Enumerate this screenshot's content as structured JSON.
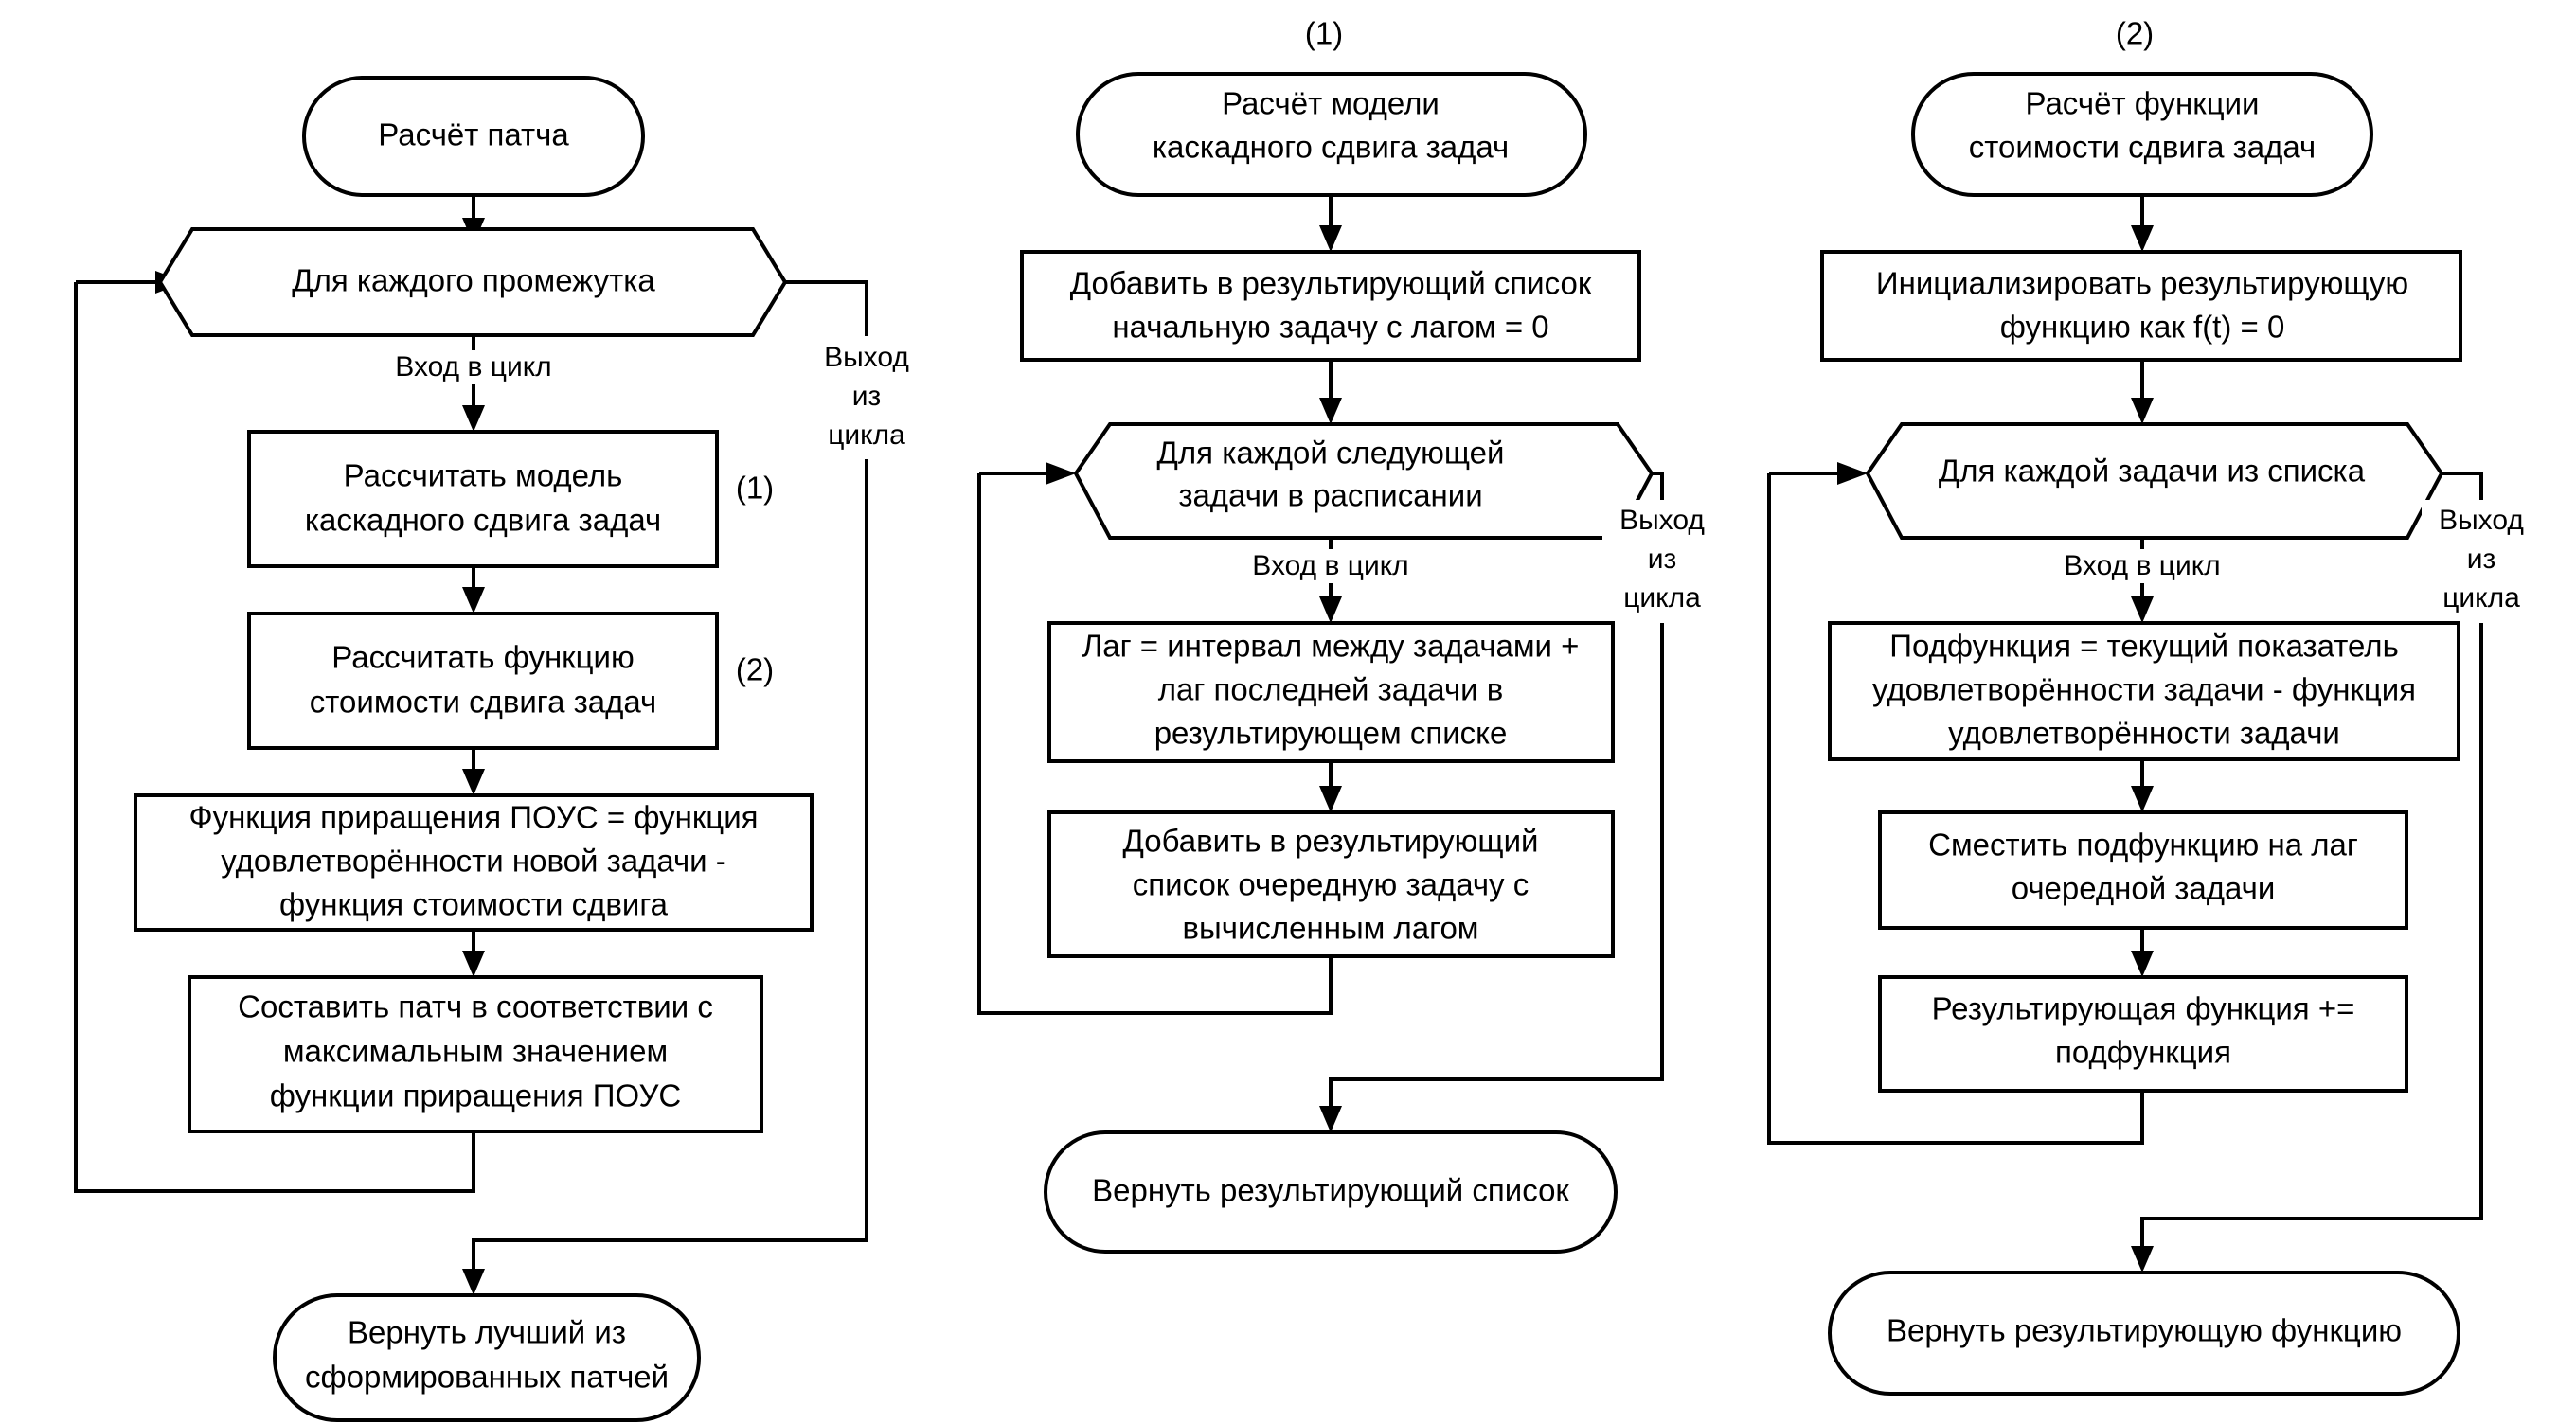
{
  "diagram": {
    "title_tags": [
      {
        "id": "tag-col2",
        "label": "(1)"
      },
      {
        "id": "tag-col3",
        "label": "(2)"
      }
    ],
    "column_left": {
      "name": "Расчёт патча",
      "nodes": [
        {
          "id": "l-start",
          "type": "terminator",
          "lines": [
            "Расчёт патча"
          ]
        },
        {
          "id": "l-loop",
          "type": "loop",
          "lines": [
            "Для каждого промежутка"
          ]
        },
        {
          "id": "l-p1",
          "type": "process",
          "lines": [
            "Рассчитать модель",
            "каскадного сдвига задач"
          ]
        },
        {
          "id": "l-p2",
          "type": "process",
          "lines": [
            "Рассчитать функцию",
            "стоимости сдвига задач"
          ]
        },
        {
          "id": "l-p3",
          "type": "process",
          "lines": [
            "Функция приращения ПОУС = функция",
            "удовлетворённости новой задачи -",
            "функция стоимости сдвига"
          ]
        },
        {
          "id": "l-p4",
          "type": "process",
          "lines": [
            "Составить патч в соответствии с",
            "максимальным значением",
            "функции приращения ПОУС"
          ]
        },
        {
          "id": "l-end",
          "type": "terminator",
          "lines": [
            "Вернуть лучший из",
            "сформированных патчей"
          ]
        }
      ],
      "edge_labels": {
        "enter": "Вход в цикл",
        "exit_line1": "Выход",
        "exit_line2": "из",
        "exit_line3": "цикла"
      },
      "ref_tags": [
        {
          "id": "ref-1",
          "label": "(1)"
        },
        {
          "id": "ref-2",
          "label": "(2)"
        }
      ]
    },
    "column_middle": {
      "name": "Расчёт модели каскадного сдвига задач",
      "nodes": [
        {
          "id": "m-start",
          "type": "terminator",
          "lines": [
            "Расчёт модели",
            "каскадного сдвига задач"
          ]
        },
        {
          "id": "m-p0",
          "type": "process",
          "lines": [
            "Добавить в результирующий список",
            "начальную задачу с лагом = 0"
          ]
        },
        {
          "id": "m-loop",
          "type": "loop",
          "lines": [
            "Для каждой следующей",
            "задачи в расписании"
          ]
        },
        {
          "id": "m-p1",
          "type": "process",
          "lines": [
            "Лаг = интервал между задачами +",
            "лаг последней задачи в",
            "результирующем списке"
          ]
        },
        {
          "id": "m-p2",
          "type": "process",
          "lines": [
            "Добавить в результирующий",
            "список очередную задачу с",
            "вычисленным лагом"
          ]
        },
        {
          "id": "m-end",
          "type": "terminator",
          "lines": [
            "Вернуть результирующий список"
          ]
        }
      ],
      "edge_labels": {
        "enter": "Вход в цикл",
        "exit_line1": "Выход",
        "exit_line2": "из",
        "exit_line3": "цикла"
      }
    },
    "column_right": {
      "name": "Расчёт функции стоимости сдвига задач",
      "nodes": [
        {
          "id": "r-start",
          "type": "terminator",
          "lines": [
            "Расчёт функции",
            "стоимости сдвига задач"
          ]
        },
        {
          "id": "r-p0",
          "type": "process",
          "lines": [
            "Инициализировать результирующую",
            "функцию как f(t) = 0"
          ]
        },
        {
          "id": "r-loop",
          "type": "loop",
          "lines": [
            "Для каждой задачи из списка"
          ]
        },
        {
          "id": "r-p1",
          "type": "process",
          "lines": [
            "Подфункция = текущий показатель",
            "удовлетворённости задачи - функция",
            "удовлетворённости задачи"
          ]
        },
        {
          "id": "r-p2",
          "type": "process",
          "lines": [
            "Сместить подфункцию на лаг",
            "очередной задачи"
          ]
        },
        {
          "id": "r-p3",
          "type": "process",
          "lines": [
            "Результирующая функция +=",
            "подфункция"
          ]
        },
        {
          "id": "r-end",
          "type": "terminator",
          "lines": [
            "Вернуть результирующую функцию"
          ]
        }
      ],
      "edge_labels": {
        "enter": "Вход в цикл",
        "exit_line1": "Выход",
        "exit_line2": "из",
        "exit_line3": "цикла"
      }
    },
    "colors": {
      "stroke": "#000000",
      "fill": "#ffffff",
      "text": "#000000"
    }
  }
}
